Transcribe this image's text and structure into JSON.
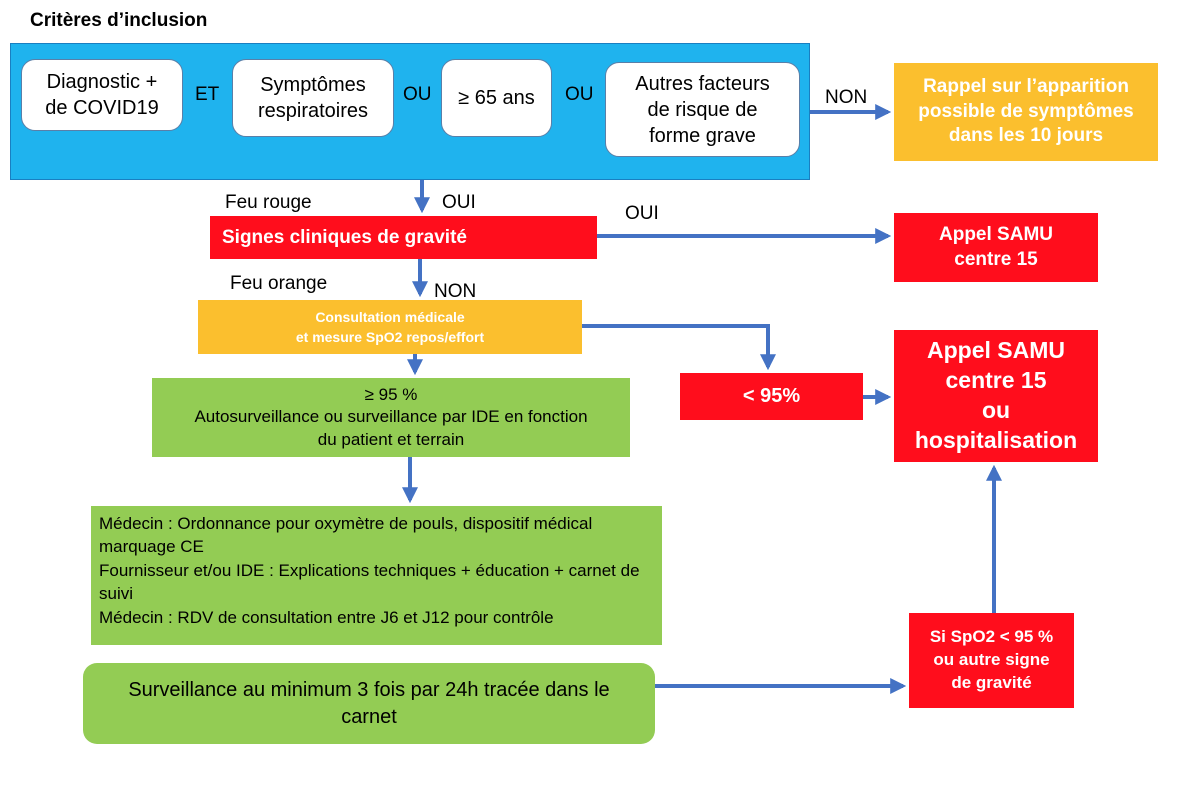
{
  "title": "Critères d’inclusion",
  "criteria": {
    "diagnostic": "Diagnostic +\nde COVID19",
    "symptomes": "Symptômes\nrespiratoires",
    "age": "≥ 65 ans",
    "autres": "Autres facteurs\nde risque de\nforme grave",
    "et": "ET",
    "ou1": "OU",
    "ou2": "OU"
  },
  "labels": {
    "non_top": "NON",
    "feu_rouge": "Feu rouge",
    "oui_down": "OUI",
    "oui_right": "OUI",
    "feu_orange": "Feu orange",
    "non_down": "NON"
  },
  "boxes": {
    "rappel": "Rappel sur l’apparition\npossible de symptômes\ndans les 10 jours",
    "signes": "Signes cliniques de gravité",
    "appel_samu_1": "Appel SAMU\ncentre 15",
    "consultation": "Consultation médicale\net mesure SpO2 repos/effort",
    "sup95": "≥ 95 %\nAutosurveillance ou surveillance par IDE en fonction\ndu patient et terrain",
    "inf95": "< 95%",
    "appel_samu_2": "Appel SAMU\ncentre 15\nou\nhospitalisation",
    "medecin_lines": [
      "Médecin : Ordonnance pour oxymètre de pouls, dispositif médical marquage CE",
      "Fournisseur et/ou IDE : Explications techniques + éducation + carnet de suivi",
      "Médecin : RDV de consultation entre J6 et J12 pour contrôle"
    ],
    "surveillance": "Surveillance au minimum 3 fois par 24h tracée dans le\ncarnet",
    "si_spo2": "Si SpO2 < 95 %\nou autre signe\nde gravité"
  },
  "colors": {
    "blue": "#1fb3ee",
    "orange": "#fbbf2e",
    "red": "#ff0d1c",
    "green": "#93cc54",
    "arrow": "#4472c4"
  }
}
